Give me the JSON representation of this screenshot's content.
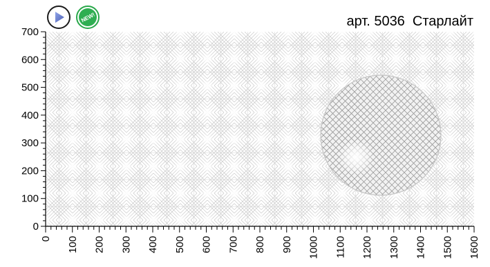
{
  "header": {
    "title": "арт. 5036  Старлайт",
    "play_icon": "play-icon",
    "new_badge_label": "NEW!",
    "accent_color": "#2fae52"
  },
  "chart_data": {
    "type": "pattern-preview",
    "x_ticks": [
      "0",
      "100",
      "200",
      "300",
      "400",
      "500",
      "600",
      "700",
      "800",
      "900",
      "1000",
      "1100",
      "1200",
      "1300",
      "1400",
      "1500",
      "1600"
    ],
    "y_ticks": [
      "0",
      "100",
      "200",
      "300",
      "400",
      "500",
      "600",
      "700"
    ],
    "xlim": [
      0,
      1600
    ],
    "ylim": [
      0,
      700
    ],
    "pattern_color": "#b8b8b8",
    "highlight_color": "#ffffff"
  }
}
